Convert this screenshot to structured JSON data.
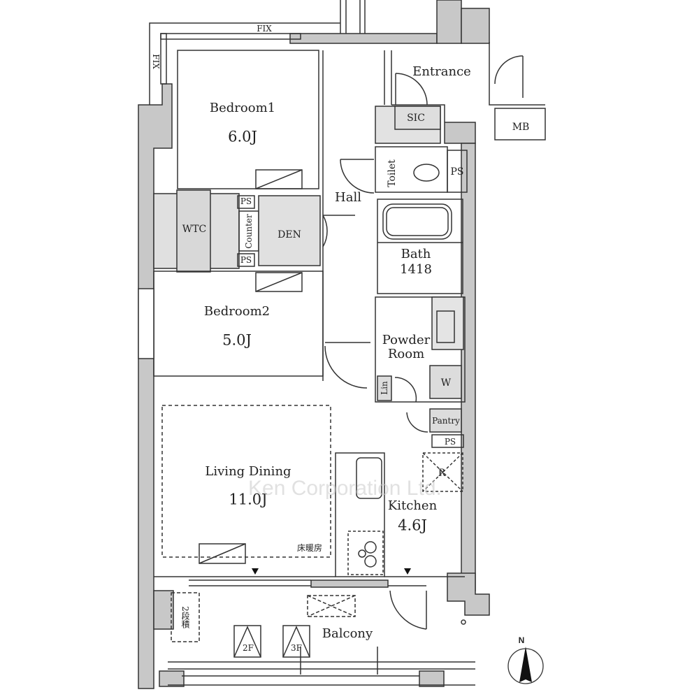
{
  "rooms": {
    "bedroom1": {
      "name": "Bedroom1",
      "size": "6.0J"
    },
    "bedroom2": {
      "name": "Bedroom2",
      "size": "5.0J"
    },
    "living_dining": {
      "name": "Living Dining",
      "size": "11.0J",
      "floor_heating": "床暖房"
    },
    "kitchen": {
      "name": "Kitchen",
      "size": "4.6J"
    },
    "entrance": "Entrance",
    "hall": "Hall",
    "sic": "SIC",
    "mb": "MB",
    "toilet": "Toilet",
    "bath": {
      "name": "Bath",
      "size": "1418"
    },
    "powder_room": {
      "line1": "Powder",
      "line2": "Room"
    },
    "wtc": "WTC",
    "den": "DEN",
    "counter": "Counter",
    "lin": "Lin",
    "washer": "W",
    "pantry": "Pantry",
    "refrigerator": "R",
    "balcony": "Balcony",
    "ps": "PS"
  },
  "annotations": {
    "fix_top": "FIX",
    "fix_side": "FIX",
    "storage_2tier": "2段積",
    "hatch_2f": "2F",
    "hatch_3f": "3F",
    "compass_north": "N"
  },
  "watermark": "Ken Corporation Ltd.",
  "colors": {
    "wall": "#c8c8c8",
    "line": "#333333",
    "fixture": "#dcdcdc"
  }
}
